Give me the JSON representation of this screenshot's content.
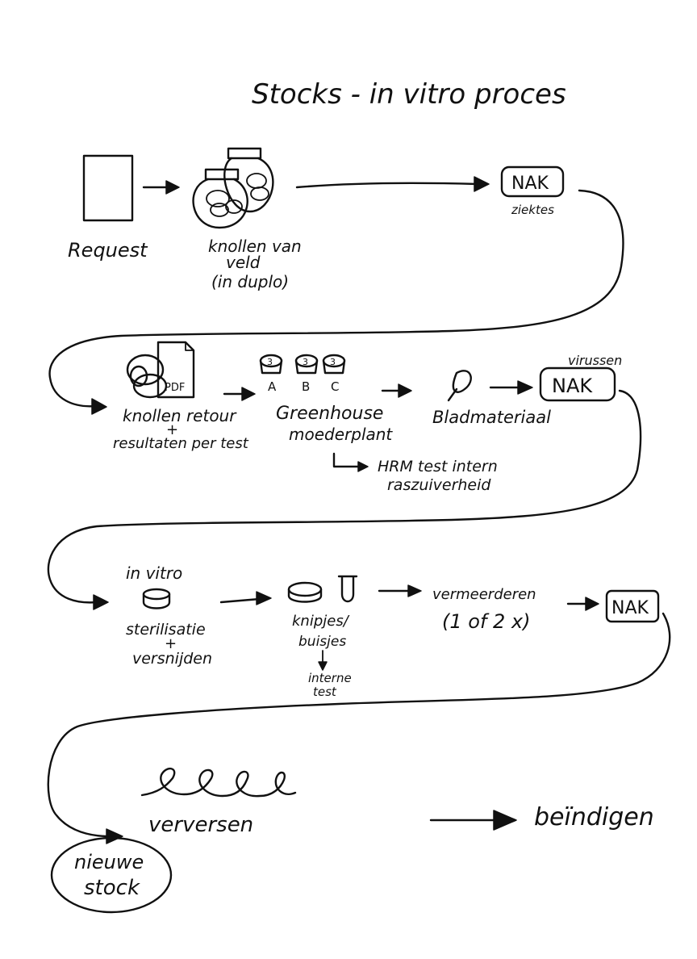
{
  "title": "Stocks - in vitro proces",
  "row1": {
    "request": "Request",
    "knollen_line1": "knollen van",
    "knollen_line2": "veld",
    "knollen_line3": "(in duplo)",
    "nak1": "NAK",
    "ziektes": "ziektes"
  },
  "row2": {
    "pdf": "PDF",
    "retour_line1": "knollen retour",
    "retour_plus": "+",
    "retour_line2": "resultaten per test",
    "pot_num": "3",
    "pot_a": "A",
    "pot_b": "B",
    "pot_c": "C",
    "greenhouse_line1": "Greenhouse",
    "greenhouse_line2": "moederplant",
    "hrm_line1": "HRM test intern",
    "hrm_line2": "raszuiverheid",
    "blad": "Bladmateriaal",
    "virussen": "virussen",
    "nak2": "NAK"
  },
  "row3": {
    "invitro": "in vitro",
    "steril_line1": "sterilisatie",
    "steril_plus": "+",
    "steril_line2": "versnijden",
    "knipjes_line1": "knipjes/",
    "knipjes_line2": "buisjes",
    "interne_line1": "interne",
    "interne_line2": "test",
    "verm_line1": "vermeerderen",
    "verm_line2": "(1 of 2 x)",
    "nak3": "NAK"
  },
  "row4": {
    "verversen": "verversen",
    "nieuwe_line1": "nieuwe",
    "nieuwe_line2": "stock",
    "beindigen": "beïndigen"
  }
}
